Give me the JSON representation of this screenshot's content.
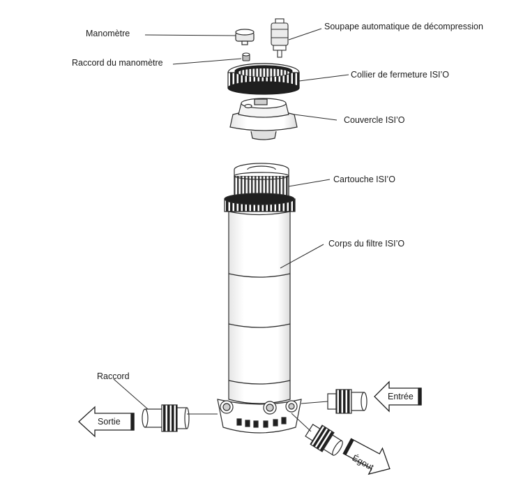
{
  "labels": {
    "manometre": "Manomètre",
    "raccord_manometre": "Raccord du manomètre",
    "soupape": "Soupape automatique de décompression",
    "collier": "Collier de fermeture ISI’O",
    "couvercle": "Couvercle ISI’O",
    "cartouche": "Cartouche ISI’O",
    "corps": "Corps du filtre ISI’O",
    "raccord": "Raccord"
  },
  "arrows": {
    "sortie": "Sortie",
    "entree": "Entrée",
    "egout": "Égout"
  },
  "colors": {
    "line": "#2a2a2a",
    "dark": "#1f1f1f",
    "part_fill": "#ffffff",
    "shade": "#d9d9d9",
    "cartridge_pleat": "#3a3a3a"
  }
}
